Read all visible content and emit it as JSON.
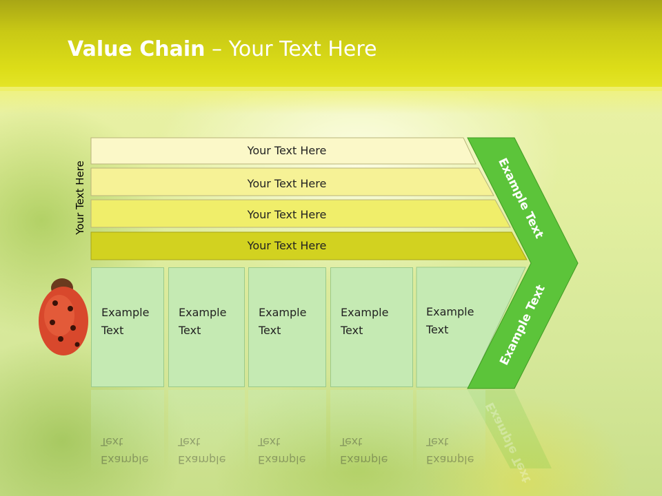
{
  "title": {
    "bold": "Value Chain",
    "rest": " – Your Text Here"
  },
  "side_label": "Your Text Here",
  "rows": [
    {
      "label": "Your Text Here",
      "color": "#fbf8c8"
    },
    {
      "label": "Your Text Here",
      "color": "#f6f296"
    },
    {
      "label": "Your Text Here",
      "color": "#f0ee6a"
    },
    {
      "label": "Your Text Here",
      "color": "#d2d220"
    }
  ],
  "boxes": [
    {
      "line1": "Example",
      "line2": "Text"
    },
    {
      "line1": "Example",
      "line2": "Text"
    },
    {
      "line1": "Example",
      "line2": "Text"
    },
    {
      "line1": "Example",
      "line2": "Text"
    },
    {
      "line1": "Example",
      "line2": "Text"
    }
  ],
  "chevron": {
    "upper_label": "Example Text",
    "lower_label": "Example Text",
    "color": "#5cc43a"
  },
  "box_color": "#c5eab3"
}
